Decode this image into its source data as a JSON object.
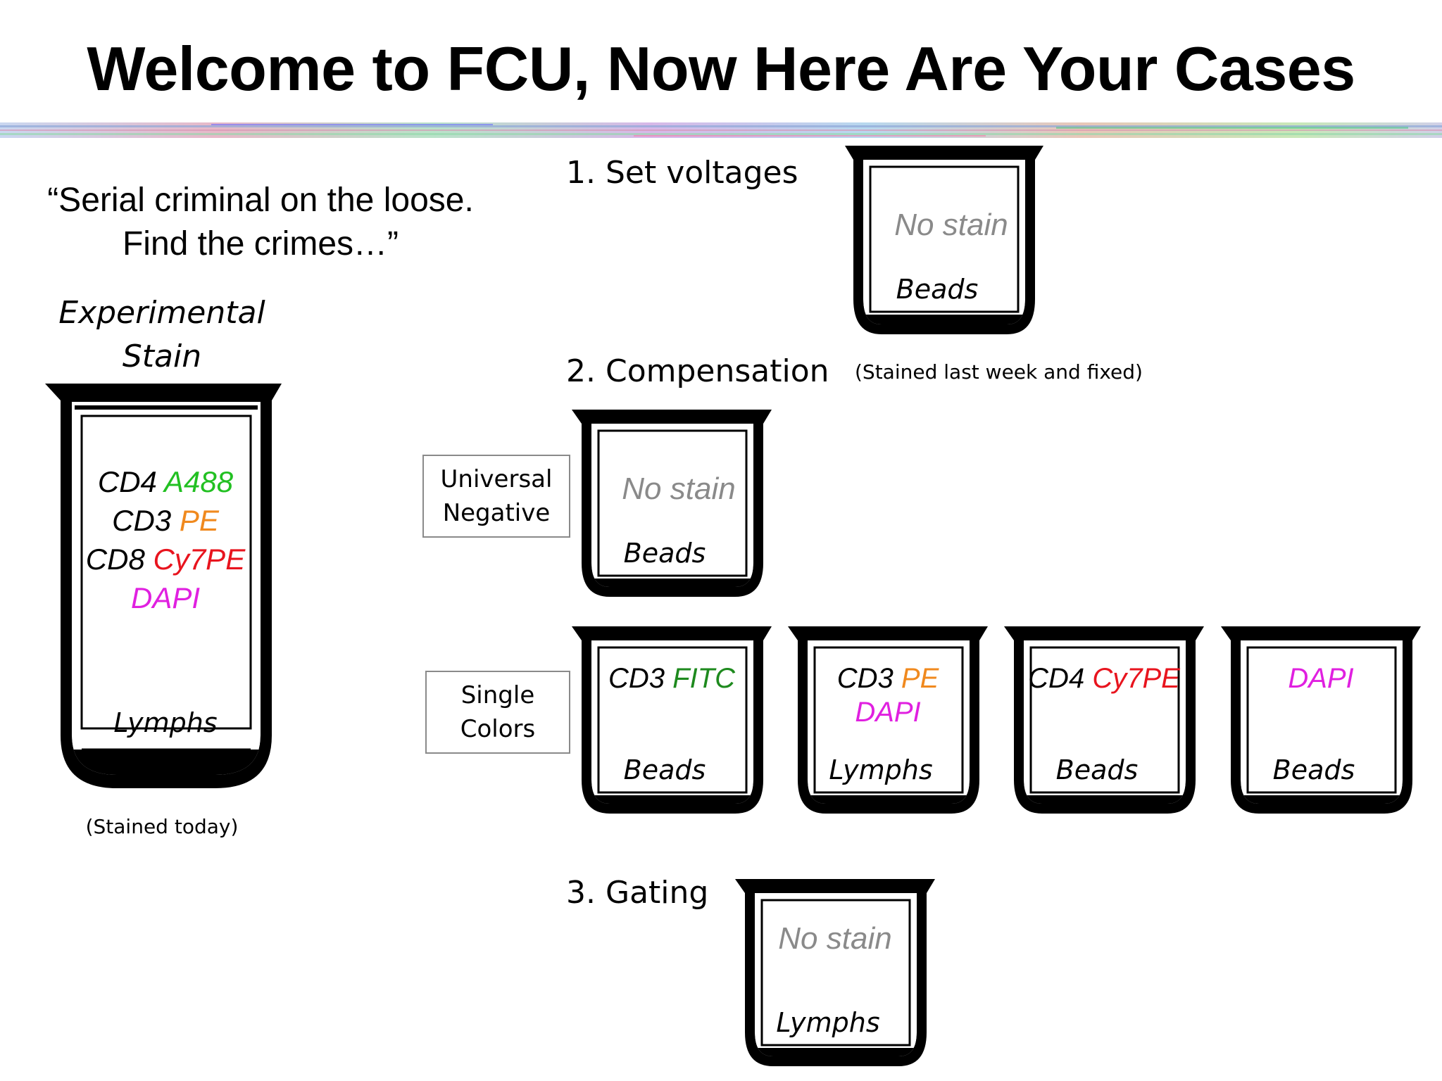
{
  "title": "Welcome to FCU, Now Here Are Your Cases",
  "quote": {
    "line1": "“Serial criminal on the loose.",
    "line2": "Find the crimes…”"
  },
  "experimental": {
    "heading1": "Experimental",
    "heading2": "Stain",
    "markers": [
      {
        "antigen": "CD4",
        "fluor": "A488",
        "color": "#22c022"
      },
      {
        "antigen": "CD3",
        "fluor": "PE",
        "color": "#f0891e"
      },
      {
        "antigen": "CD8",
        "fluor": "Cy7PE",
        "color": "#e8141e"
      },
      {
        "antigen": "",
        "fluor": "DAPI",
        "color": "#e020e0"
      }
    ],
    "sample": "Lymphs",
    "note": "(Stained today)"
  },
  "steps": {
    "voltages": {
      "label": "1.   Set voltages",
      "tube_text": "No stain",
      "sample": "Beads",
      "note": "(Stained last week and fixed)"
    },
    "compensation": {
      "label": "2. Compensation"
    },
    "gating": {
      "label": "3. Gating",
      "tube_text": "No stain",
      "sample": "Lymphs"
    }
  },
  "universal_negative": {
    "line1": "Universal",
    "line2": "Negative",
    "tube_text": "No stain",
    "sample": "Beads"
  },
  "single_colors": {
    "line1": "Single",
    "line2": "Colors",
    "tubes": [
      {
        "antigen": "CD3",
        "fluor": "FITC",
        "fluor_color": "#1e8a1e",
        "extra": "",
        "extra_color": "#e020e0",
        "sample": "Beads"
      },
      {
        "antigen": "CD3",
        "fluor": "PE",
        "fluor_color": "#f0891e",
        "extra": "DAPI",
        "extra_color": "#e020e0",
        "sample": "Lymphs"
      },
      {
        "antigen": "CD4",
        "fluor": "Cy7PE",
        "fluor_color": "#e8141e",
        "extra": "",
        "extra_color": "#e020e0",
        "sample": "Beads"
      },
      {
        "antigen": "",
        "fluor": "DAPI",
        "fluor_color": "#e020e0",
        "extra": "",
        "extra_color": "#e020e0",
        "sample": "Beads"
      }
    ]
  },
  "colors": {
    "no_stain": "#8a8a8a",
    "tube_outline": "#000000"
  }
}
